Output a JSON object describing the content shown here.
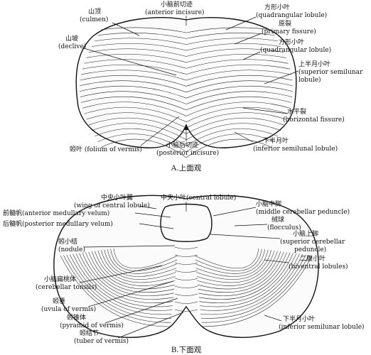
{
  "figure_a": {
    "caption": "A.上面观",
    "labels": [
      {
        "id": "culmen",
        "zh": "山顶",
        "en": "(culmen)"
      },
      {
        "id": "anterior-incisure",
        "zh": "小脑前切迹",
        "en": "(anterior incisure)"
      },
      {
        "id": "quadrangular-1",
        "zh": "方形小叶",
        "en": "(quadrangular lobule)"
      },
      {
        "id": "primary-fissure",
        "zh": "原裂",
        "en": "(primary fissure)"
      },
      {
        "id": "declive",
        "zh": "山坡",
        "en": "(declive)"
      },
      {
        "id": "quadrangular-2",
        "zh": "方形小叶",
        "en": "(quadrangular lobule)"
      },
      {
        "id": "superior-semilunar",
        "zh": "上半月小叶",
        "en": "(superior semilunar",
        "en2": "lobule)"
      },
      {
        "id": "horizontal-fissure",
        "zh": "水平裂",
        "en": "(horizontal fissure)"
      },
      {
        "id": "folium",
        "text": "蚓叶 (folium of vermis)"
      },
      {
        "id": "posterior-incisure",
        "zh": "小脑后切迹",
        "en": "(posterior incisure)"
      },
      {
        "id": "inferior-semilunar-a",
        "zh": "下半月叶",
        "en": "(inferior semilunal lobule)"
      }
    ]
  },
  "figure_b": {
    "caption": "B.下面观",
    "labels": [
      {
        "id": "wing-central",
        "zh": "中央小叶翼",
        "en": "(wing of central lobule)"
      },
      {
        "id": "central-lobule",
        "text": "中央小叶(central lobule)"
      },
      {
        "id": "middle-peduncle",
        "zh": "小脑中脚",
        "en": "(middle cerebellar peduncle)"
      },
      {
        "id": "anterior-velum",
        "text": "前髓帆(anterior medullary velum)"
      },
      {
        "id": "posterior-velum",
        "text": "后髓帆(posterior medullary velum)"
      },
      {
        "id": "flocculus",
        "zh": "绒球",
        "en": "(flocculus)"
      },
      {
        "id": "superior-peduncle",
        "zh": "小脑上脚",
        "en": "(superior cerebellar",
        "en2": "peduncle)"
      },
      {
        "id": "nodule",
        "zh": "蚓小结",
        "en": "(nodule)"
      },
      {
        "id": "biventral",
        "zh": "二腹小叶",
        "en": "(biventral lobules)"
      },
      {
        "id": "tonsils",
        "zh": "小脑扁桃体",
        "en": "(cerebellar tonsils)"
      },
      {
        "id": "uvula",
        "zh": "蚓垂",
        "en": "(uvula of vermis)"
      },
      {
        "id": "pyramid",
        "zh": "蚓锥体",
        "en": "(pyramid of vermis)"
      },
      {
        "id": "inferior-semilunar-b",
        "zh": "下半月小叶",
        "en": "(inferior semilunar lobule)"
      },
      {
        "id": "tuber",
        "zh": "蚓结节",
        "en": "(tuber of vermis)"
      }
    ]
  }
}
